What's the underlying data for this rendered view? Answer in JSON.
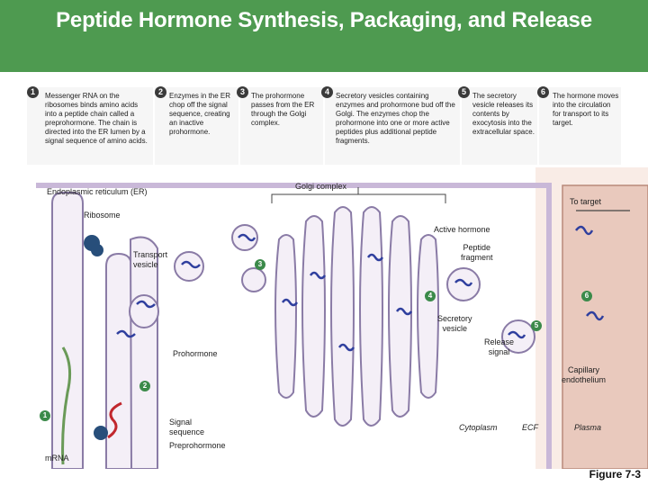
{
  "title": "Peptide Hormone Synthesis, Packaging, and Release",
  "steps": [
    {
      "num": "1",
      "text": "Messenger RNA on the ribosomes binds amino acids into a peptide chain called a preprohormone. The chain is directed into the ER lumen by a signal sequence of amino acids."
    },
    {
      "num": "2",
      "text": "Enzymes in the ER chop off the signal sequence, creating an inactive prohormone."
    },
    {
      "num": "3",
      "text": "The prohormone passes from the ER through the Golgi complex."
    },
    {
      "num": "4",
      "text": "Secretory vesicles containing enzymes and prohormone bud off the Golgi. The enzymes chop the prohormone into one or more active peptides plus additional peptide fragments."
    },
    {
      "num": "5",
      "text": "The secretory vesicle releases its contents by exocytosis into the extracellular space."
    },
    {
      "num": "6",
      "text": "The hormone moves into the circulation for transport to its target."
    }
  ],
  "labels": {
    "er": "Endoplasmic reticulum (ER)",
    "golgi": "Golgi complex",
    "to_target": "To target",
    "ribosome": "Ribosome",
    "active_hormone": "Active hormone",
    "transport_vesicle": "Transport\nvesicle",
    "peptide_fragment": "Peptide\nfragment",
    "secretory_vesicle": "Secretory\nvesicle",
    "release_signal": "Release\nsignal",
    "prohormone": "Prohormone",
    "capillary": "Capillary\nendothelium",
    "signal_sequence": "Signal\nsequence",
    "preprohormone": "Preprohormone",
    "cytoplasm": "Cytoplasm",
    "ecf": "ECF",
    "plasma": "Plasma",
    "mrna": "mRNA"
  },
  "markers": [
    "1",
    "2",
    "3",
    "4",
    "5",
    "6"
  ],
  "figure_caption": "Figure 7-3",
  "colors": {
    "title_bg": "#4e9a50",
    "organelle_fill": "#f4eff7",
    "organelle_stroke": "#8a7ba6",
    "ribosome": "#274e7a",
    "hormone": "#2f3f9e",
    "signal_seq": "#c1272d",
    "capillary": "#e9c9bd",
    "marker": "#3b8a4a"
  }
}
